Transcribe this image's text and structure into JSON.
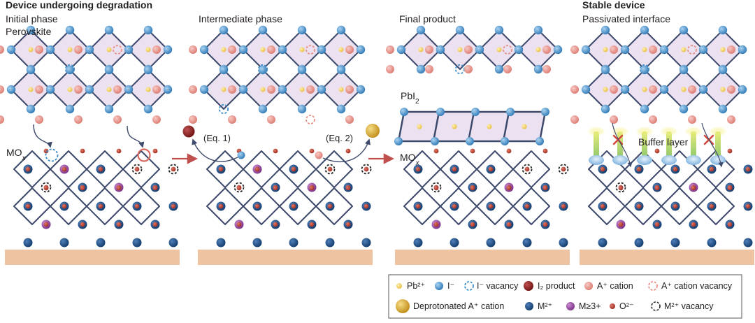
{
  "panels": [
    {
      "heading": "Device undergoing degradation",
      "line1": "Initial phase",
      "line2": "Perovskite"
    },
    {
      "heading": "",
      "line1": "Intermediate phase",
      "line2": ""
    },
    {
      "heading": "",
      "line1": "Final product",
      "line2": ""
    },
    {
      "heading": "Stable device",
      "line1": "Passivated interface",
      "line2": ""
    }
  ],
  "labels": {
    "mox_panel1": "MOx",
    "mox_panel3": "MOx",
    "pbi2": "PbI2",
    "eq1": "(Eq. 1)",
    "eq2": "(Eq. 2)",
    "buffer_layer": "Buffer layer"
  },
  "legend": [
    {
      "key": "pb",
      "label": "Pb²⁺"
    },
    {
      "key": "iodide",
      "label": "I⁻"
    },
    {
      "key": "i_vac",
      "label": "I⁻ vacancy"
    },
    {
      "key": "i2",
      "label": "I₂ product"
    },
    {
      "key": "a_cat",
      "label": "A⁺ cation"
    },
    {
      "key": "a_vac",
      "label": "A⁺ cation vacancy"
    },
    {
      "key": "deprot",
      "label": "Deprotonated A⁺ cation"
    },
    {
      "key": "m2",
      "label": "M²⁺"
    },
    {
      "key": "m3",
      "label": "M≥3+"
    },
    {
      "key": "o2",
      "label": "O²⁻"
    },
    {
      "key": "m_vac",
      "label": "M²⁺ vacancy"
    }
  ],
  "colors": {
    "pb": "#f2cf5b",
    "iodide": "#3d8cc8",
    "a_cation": "#e98d85",
    "i2": "#8a1e1e",
    "deprot": "#d9a52a",
    "m2": "#1a4b85",
    "m3": "#8e3d95",
    "o2": "#b23a2e",
    "octa_fill": "#ebe1f0",
    "octa_line": "#3d4a6b",
    "substrate": "#edc3a1",
    "arrow": "#c0504d"
  }
}
